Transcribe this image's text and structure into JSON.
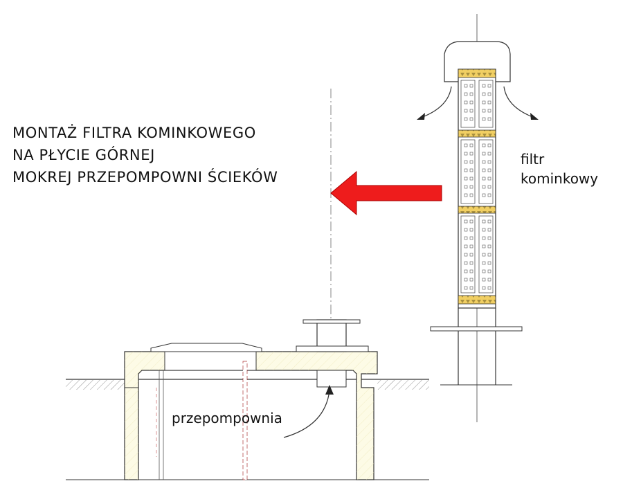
{
  "title": {
    "line1": "MONTAŻ FILTRA KOMINKOWEGO",
    "line2": "NA PŁYCIE GÓRNEJ",
    "line3": "MOKREJ PRZEPOMPOWNI ŚCIEKÓW"
  },
  "labels": {
    "filter_line1": "filtr",
    "filter_line2": "kominkowy",
    "station": "przepompownia"
  },
  "colors": {
    "arrow": "#ee1c1c",
    "concrete": "#fdfbe6",
    "filter_band": "#f1cf63",
    "line": "#333333"
  }
}
